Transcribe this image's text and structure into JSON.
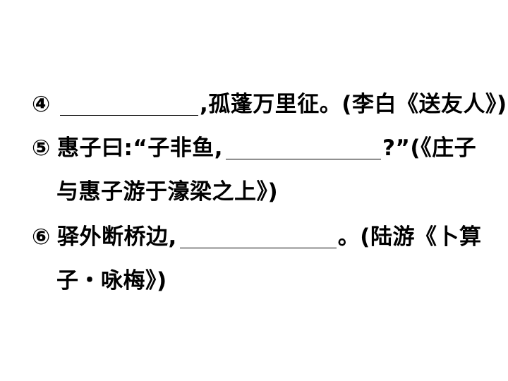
{
  "items": [
    {
      "number": "④",
      "after_blank": ",孤蓬万里征。(李白《送友人》)"
    },
    {
      "number": "⑤",
      "before_blank": "惠子曰:“子非鱼,",
      "after_blank": "?”(《庄子",
      "continuation": "与惠子游于濠梁之上》)"
    },
    {
      "number": "⑥",
      "before_blank": "驿外断桥边,",
      "after_blank": "。(陆游《卜算",
      "continuation": "子・咏梅》)"
    }
  ]
}
